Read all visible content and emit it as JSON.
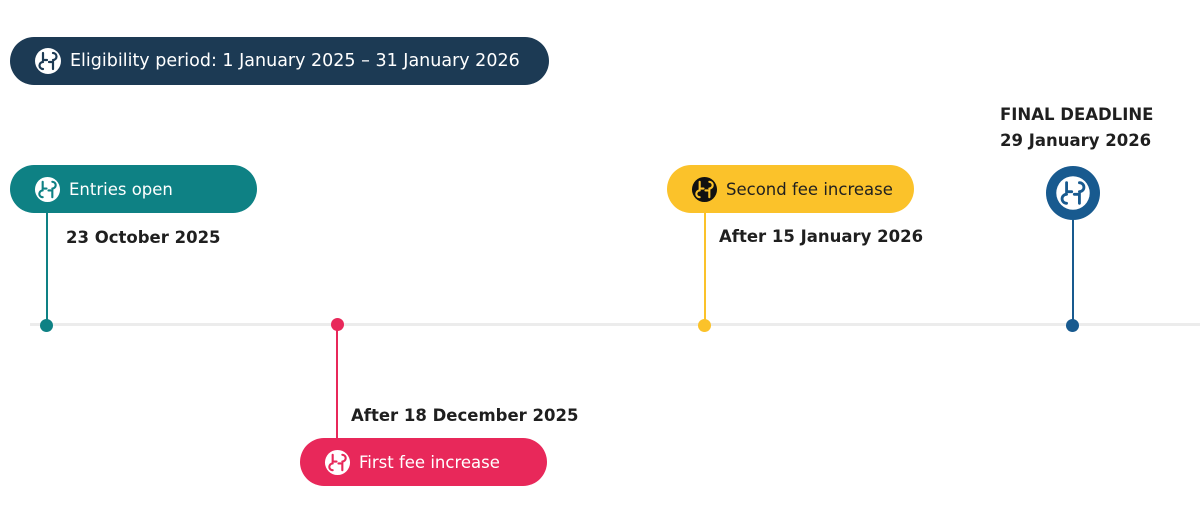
{
  "eligibility": {
    "label": "Eligibility period: 1 January 2025 – 31 January 2026",
    "icon": "logo-icon"
  },
  "milestones": [
    {
      "label": "Entries open",
      "date": "23 October 2025",
      "color": "#0e8184",
      "icon": "logo-icon"
    },
    {
      "label": "First fee increase",
      "date": "After 18 December 2025",
      "color": "#e8285a",
      "icon": "logo-icon"
    },
    {
      "label": "Second fee increase",
      "date": "After 15 January 2026",
      "color": "#fbc22a",
      "icon": "logo-icon"
    },
    {
      "title": "FINAL DEADLINE",
      "date": "29 January 2026",
      "color": "#185a8f",
      "icon": "logo-icon"
    }
  ],
  "colors": {
    "eligibility_bg": "#1c3a54",
    "axis": "#ececec"
  }
}
